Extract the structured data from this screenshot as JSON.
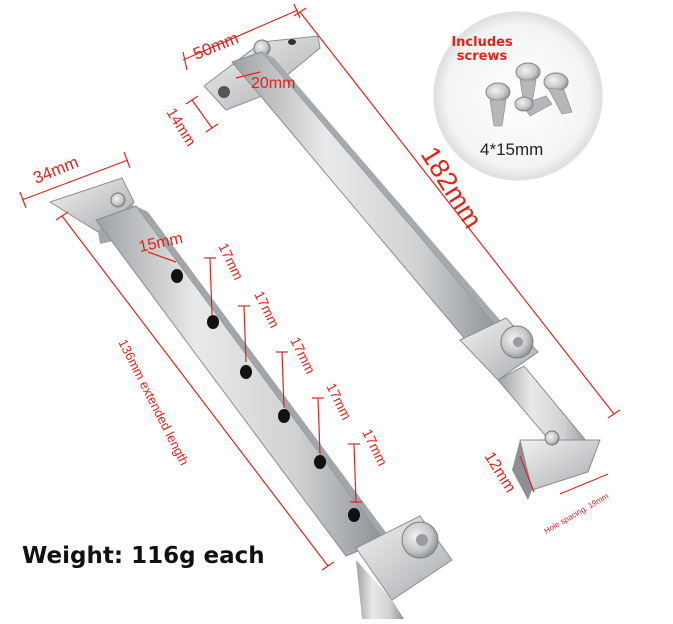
{
  "labels": {
    "width_50": "50mm",
    "hole_20": "20mm",
    "offset_14": "14mm",
    "bracket_34": "34mm",
    "length_182": "182mm",
    "first_hole_15": "15mm",
    "spacing_17_1": "17mm",
    "spacing_17_2": "17mm",
    "spacing_17_3": "17mm",
    "spacing_17_4": "17mm",
    "spacing_17_5": "17mm",
    "extended_length": "136mm extended length",
    "end_12": "12mm",
    "hole_spacing": "Hole spacing: 19mm"
  },
  "screws": {
    "title_line1": "Includes",
    "title_line2": "screws",
    "size": "4*15mm"
  },
  "weight": "Weight: 116g each",
  "colors": {
    "dimension": "#e0241a",
    "steel": "#c9cbcd",
    "hole": "#111111"
  }
}
